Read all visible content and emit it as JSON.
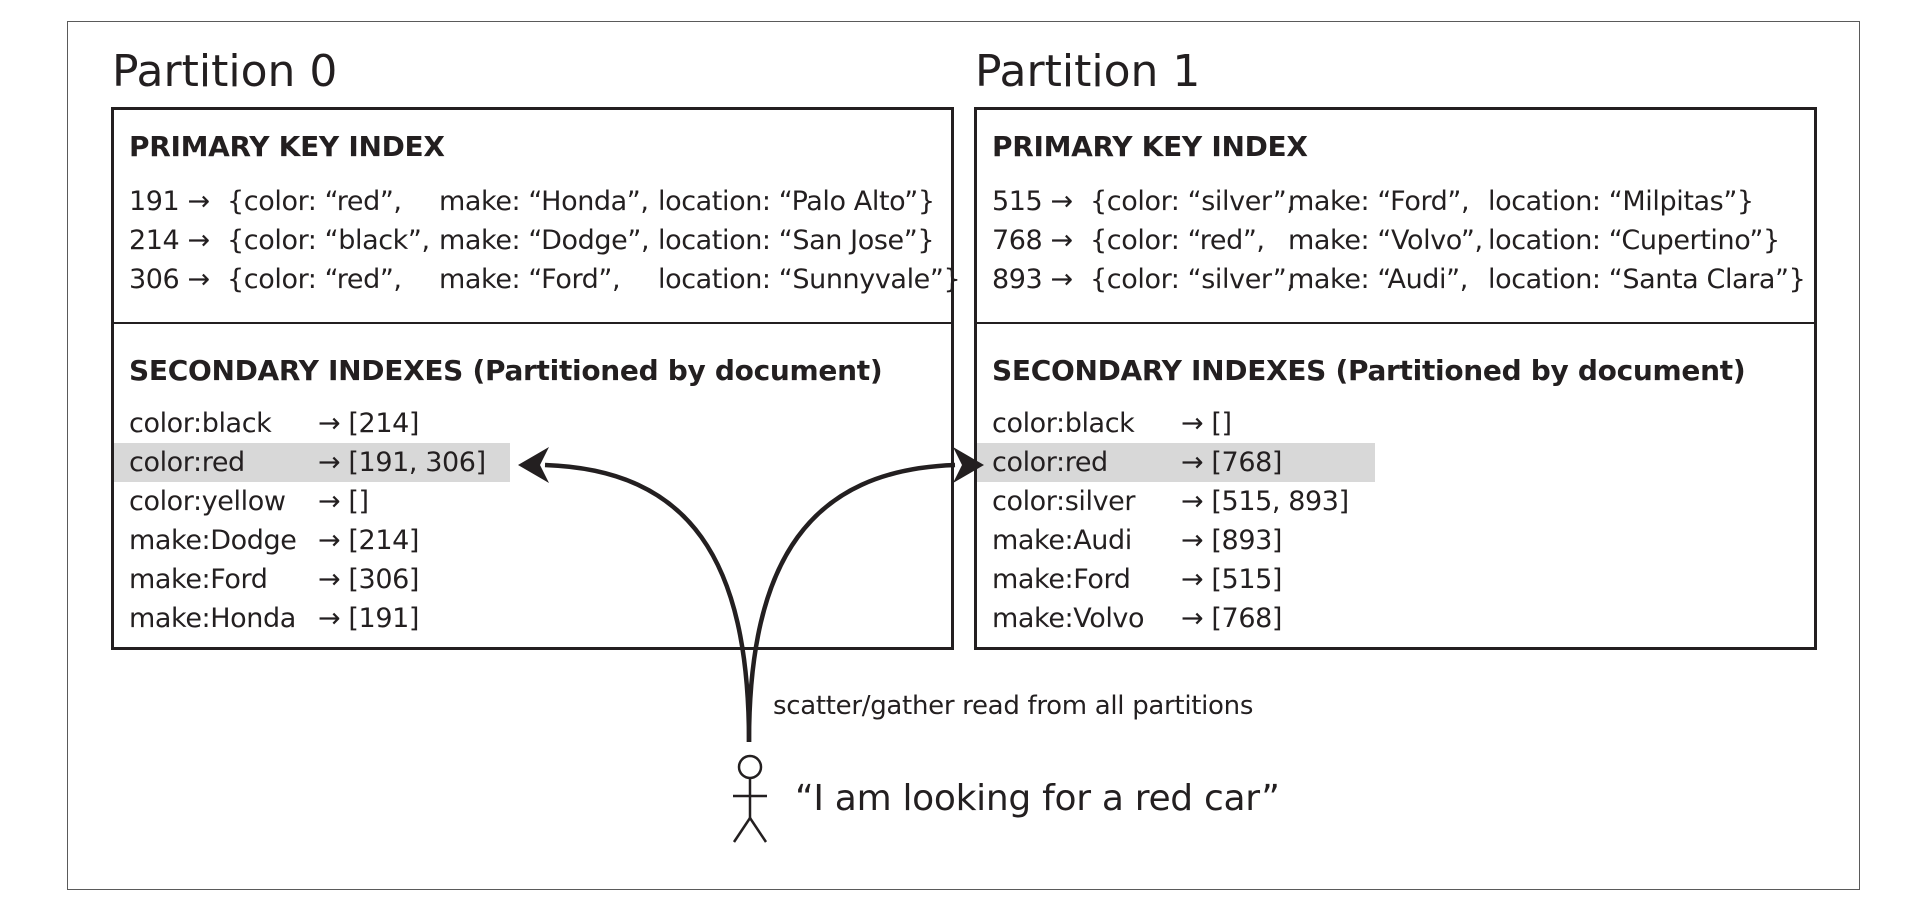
{
  "partitions": [
    {
      "title": "Partition 0",
      "primary_heading": "PRIMARY KEY INDEX",
      "primary_rows": [
        {
          "key": "191 →",
          "color": "{color: “red”,",
          "make": "make: “Honda”,",
          "location": "location: “Palo Alto”}"
        },
        {
          "key": "214 →",
          "color": "{color: “black”,",
          "make": "make: “Dodge”,",
          "location": "location: “San Jose”}"
        },
        {
          "key": "306 →",
          "color": "{color: “red”,",
          "make": "make: “Ford”,",
          "location": "location: “Sunnyvale”}"
        }
      ],
      "secondary_heading": "SECONDARY INDEXES (Partitioned by document)",
      "secondary_rows": [
        {
          "term": "color:black",
          "ids": "→ [214]",
          "highlighted": false
        },
        {
          "term": "color:red",
          "ids": "→ [191, 306]",
          "highlighted": true
        },
        {
          "term": "color:yellow",
          "ids": "→ []",
          "highlighted": false
        },
        {
          "term": "make:Dodge",
          "ids": "→ [214]",
          "highlighted": false
        },
        {
          "term": "make:Ford",
          "ids": "→ [306]",
          "highlighted": false
        },
        {
          "term": "make:Honda",
          "ids": "→ [191]",
          "highlighted": false
        }
      ]
    },
    {
      "title": "Partition 1",
      "primary_heading": "PRIMARY KEY INDEX",
      "primary_rows": [
        {
          "key": "515 →",
          "color": "{color: “silver”,",
          "make": "make: “Ford”,",
          "location": "location: “Milpitas”}"
        },
        {
          "key": "768 →",
          "color": "{color: “red”,",
          "make": "make: “Volvo”,",
          "location": "location: “Cupertino”}"
        },
        {
          "key": "893 →",
          "color": "{color: “silver”,",
          "make": "make: “Audi”,",
          "location": "location: “Santa Clara”}"
        }
      ],
      "secondary_heading": "SECONDARY INDEXES (Partitioned by document)",
      "secondary_rows": [
        {
          "term": "color:black",
          "ids": "→ []",
          "highlighted": false
        },
        {
          "term": "color:red",
          "ids": "→ [768]",
          "highlighted": true
        },
        {
          "term": "color:silver",
          "ids": "→ [515, 893]",
          "highlighted": false
        },
        {
          "term": "make:Audi",
          "ids": "→ [893]",
          "highlighted": false
        },
        {
          "term": "make:Ford",
          "ids": "→ [515]",
          "highlighted": false
        },
        {
          "term": "make:Volvo",
          "ids": "→ [768]",
          "highlighted": false
        }
      ]
    }
  ],
  "scatter_caption": "scatter/gather read from all partitions",
  "user_quote": "“I am looking for a red car”",
  "colors": {
    "ink": "#231f20",
    "highlight": "#d8d8d8",
    "frame": "#5a5a5a"
  }
}
